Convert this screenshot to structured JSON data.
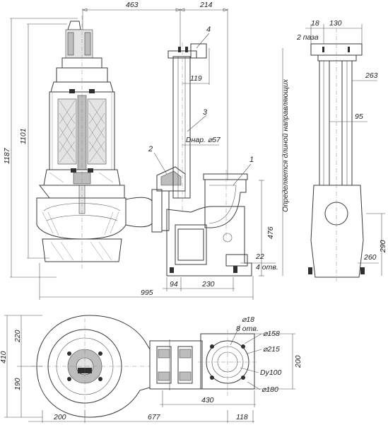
{
  "dimensions": {
    "top_463": "463",
    "top_214": "214",
    "height_1187": "1187",
    "height_1101": "1101",
    "pipe_119": "119",
    "pipe_diameter": "Dнар. ⌀57",
    "height_476": "476",
    "side_note": "Определяется длиной направляющих",
    "bolt_22": "22",
    "holes_4": "4 отв.",
    "base_94": "94",
    "base_230": "230",
    "total_995": "995",
    "side_18": "18",
    "side_130": "130",
    "side_2_grooves": "2 паза",
    "side_263": "263",
    "side_95": "95",
    "side_290": "290",
    "side_260": "260",
    "plan_holes_dia": "⌀18",
    "plan_holes_count": "8 отв.",
    "plan_158": "⌀158",
    "plan_215": "⌀215",
    "plan_dy100": "Dy100",
    "plan_180": "⌀180",
    "plan_200_right": "200",
    "plan_220": "220",
    "plan_410": "410",
    "plan_190": "190",
    "plan_430": "430",
    "plan_200_bottom": "200",
    "plan_677": "677",
    "plan_118": "118"
  },
  "callouts": [
    "1",
    "2",
    "3",
    "4"
  ]
}
